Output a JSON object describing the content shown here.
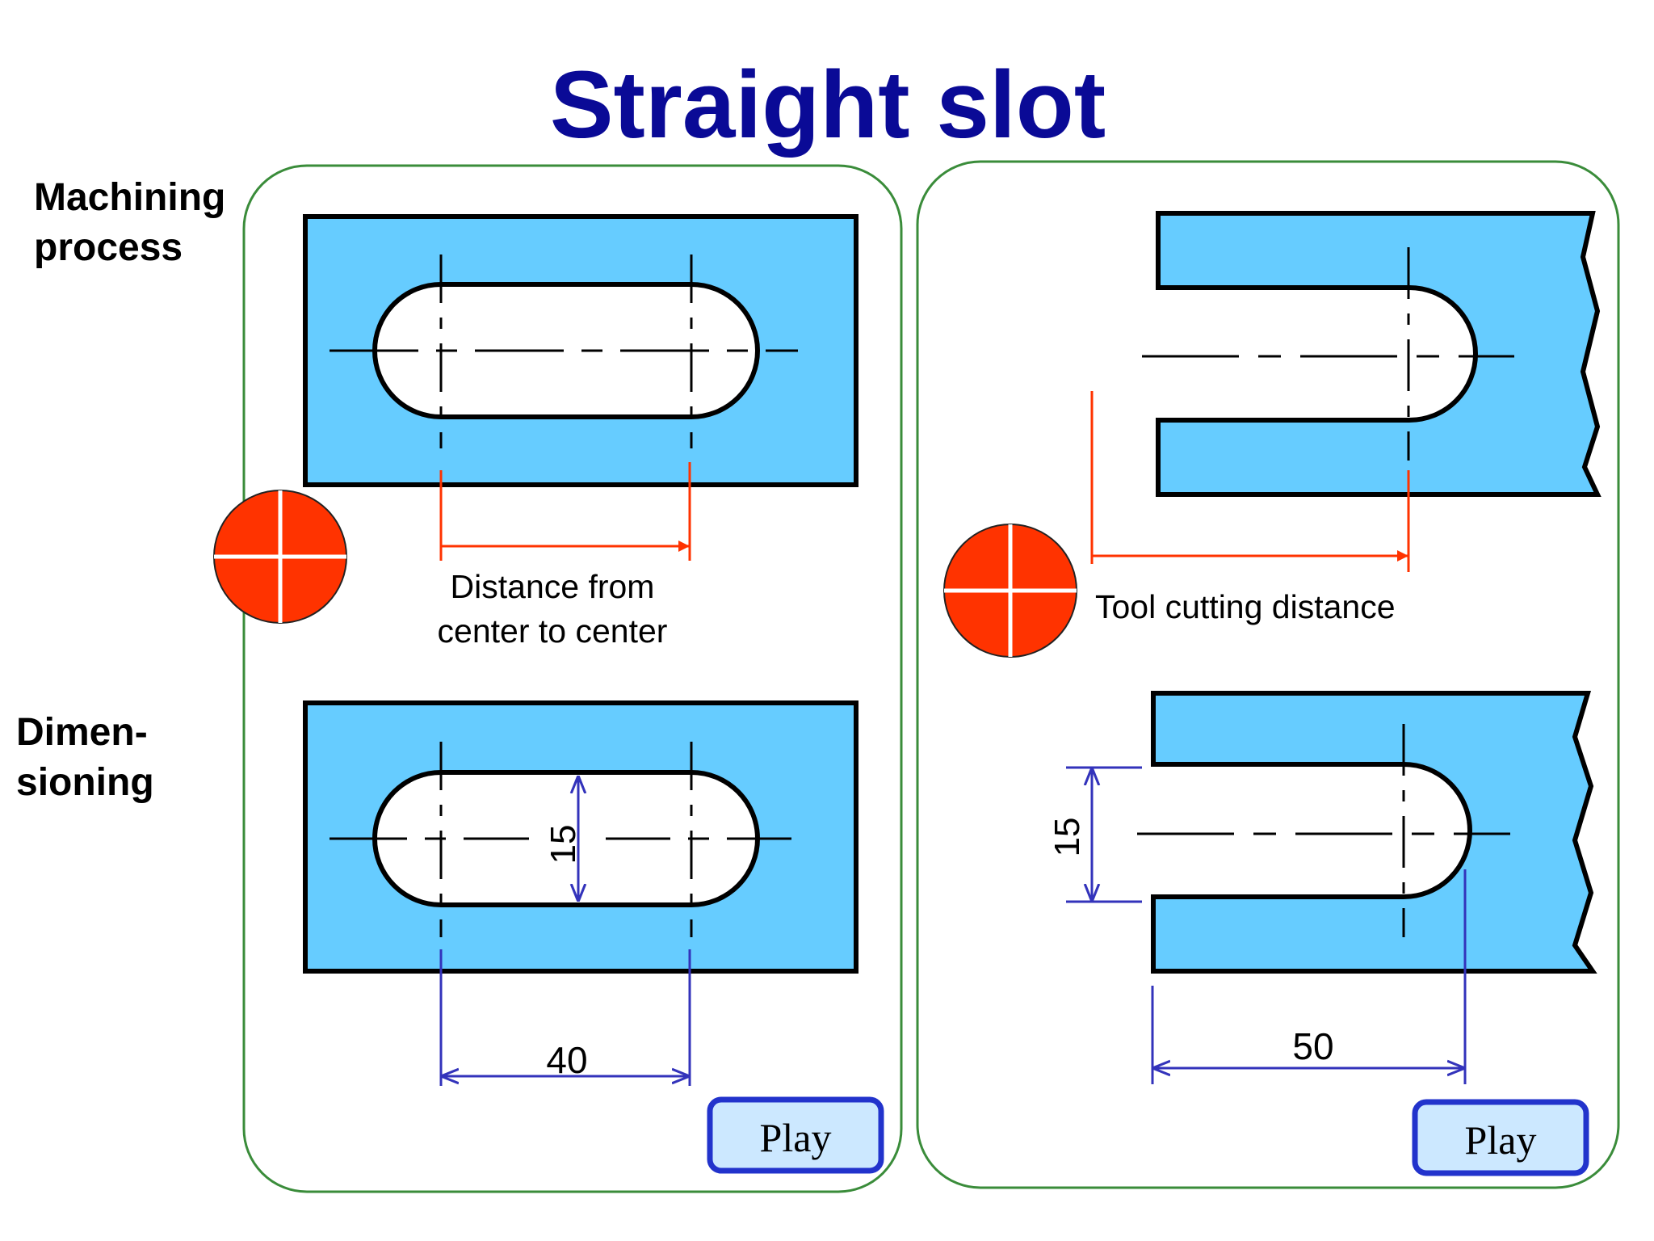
{
  "title": "Straight slot",
  "side_labels": {
    "machining_line1": "Machining",
    "machining_line2": "process",
    "dimensioning_line1": "Dimen-",
    "dimensioning_line2": "sioning"
  },
  "left_panel": {
    "machining_caption_line1": "Distance from",
    "machining_caption_line2": "center to center",
    "dim_width": "15",
    "dim_length": "40",
    "play_label": "Play"
  },
  "right_panel": {
    "machining_caption": "Tool cutting distance",
    "dim_width": "15",
    "dim_length": "50",
    "play_label": "Play"
  },
  "colors": {
    "title": "#0a0a96",
    "workpiece_fill": "#66ccff",
    "outline": "#000000",
    "machining_dimension": "#ff3300",
    "dimension": "#3333bb",
    "panel_border": "#3a8c3a",
    "button_fill": "#cce8ff",
    "button_border": "#2233cc"
  },
  "icons": {
    "tool_marker": "red-crosshair-circle-icon"
  }
}
